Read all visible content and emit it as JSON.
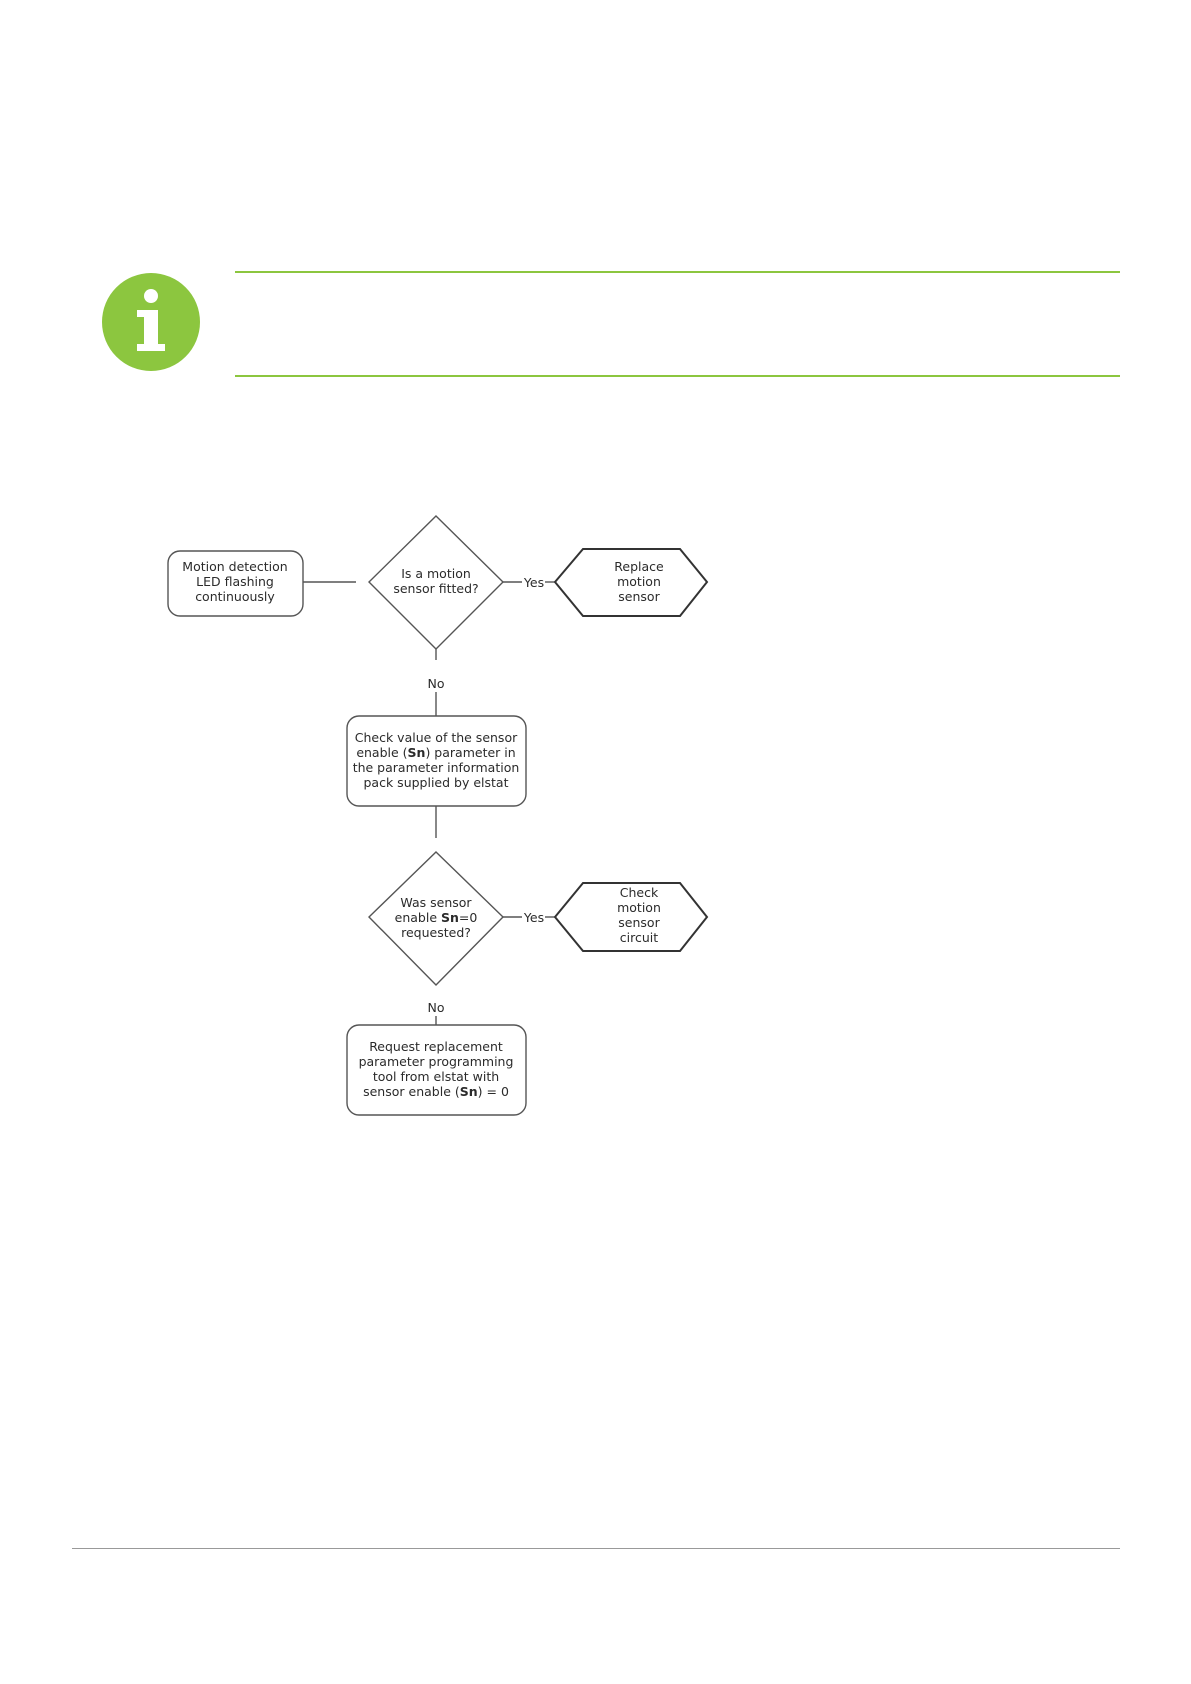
{
  "info_note": {
    "icon": "info-icon",
    "accent_color": "#8cc63f"
  },
  "flowchart": {
    "start": {
      "lines": [
        "Motion detection",
        "LED flashing",
        "continuously"
      ]
    },
    "decision1": {
      "lines": [
        "Is a motion",
        "sensor fitted?"
      ]
    },
    "decision1_yes": "Yes",
    "decision1_no": "No",
    "action_replace": {
      "lines": [
        "Replace",
        "motion",
        "sensor"
      ]
    },
    "check_value": {
      "line1": "Check value of the sensor",
      "line2_pre": "enable (",
      "line2_bold": "Sn",
      "line2_post": ") parameter in",
      "line3": "the parameter information",
      "line4": "pack supplied by elstat"
    },
    "decision2": {
      "line1": "Was sensor",
      "line2_pre": "enable ",
      "line2_bold": "Sn",
      "line2_post": "=0",
      "line3": "requested?"
    },
    "decision2_yes": "Yes",
    "decision2_no": "No",
    "action_check": {
      "lines": [
        "Check",
        "motion",
        "sensor",
        "circuit"
      ]
    },
    "request": {
      "line1": "Request replacement",
      "line2": "parameter programming",
      "line3": "tool from elstat with",
      "line4_pre": "sensor enable (",
      "line4_bold": "Sn",
      "line4_post": ") = 0"
    }
  }
}
